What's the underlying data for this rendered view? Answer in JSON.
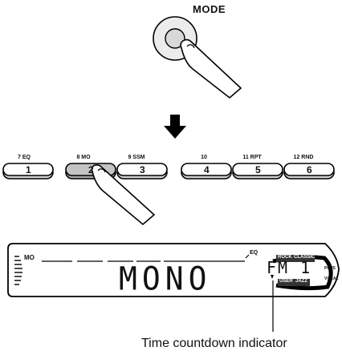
{
  "mode_button": {
    "label": "MODE"
  },
  "presets": [
    {
      "top": "7 EQ",
      "num": "1"
    },
    {
      "top": "8 MO",
      "num": "2"
    },
    {
      "top": "9 SSM",
      "num": "3"
    },
    {
      "top": "10",
      "num": "4"
    },
    {
      "top": "11 RPT",
      "num": "5"
    },
    {
      "top": "12 RND",
      "num": "6"
    }
  ],
  "display": {
    "mo_indicator": "MO",
    "eq_indicator": "EQ",
    "main_text": "MONO",
    "band_text": "FM 1",
    "eq_modes": [
      "ROCK",
      "CLASSIC",
      "POPS",
      "JAZZ",
      "USER",
      "VOCAL"
    ]
  },
  "annotation": {
    "caption": "Time countdown indicator"
  }
}
